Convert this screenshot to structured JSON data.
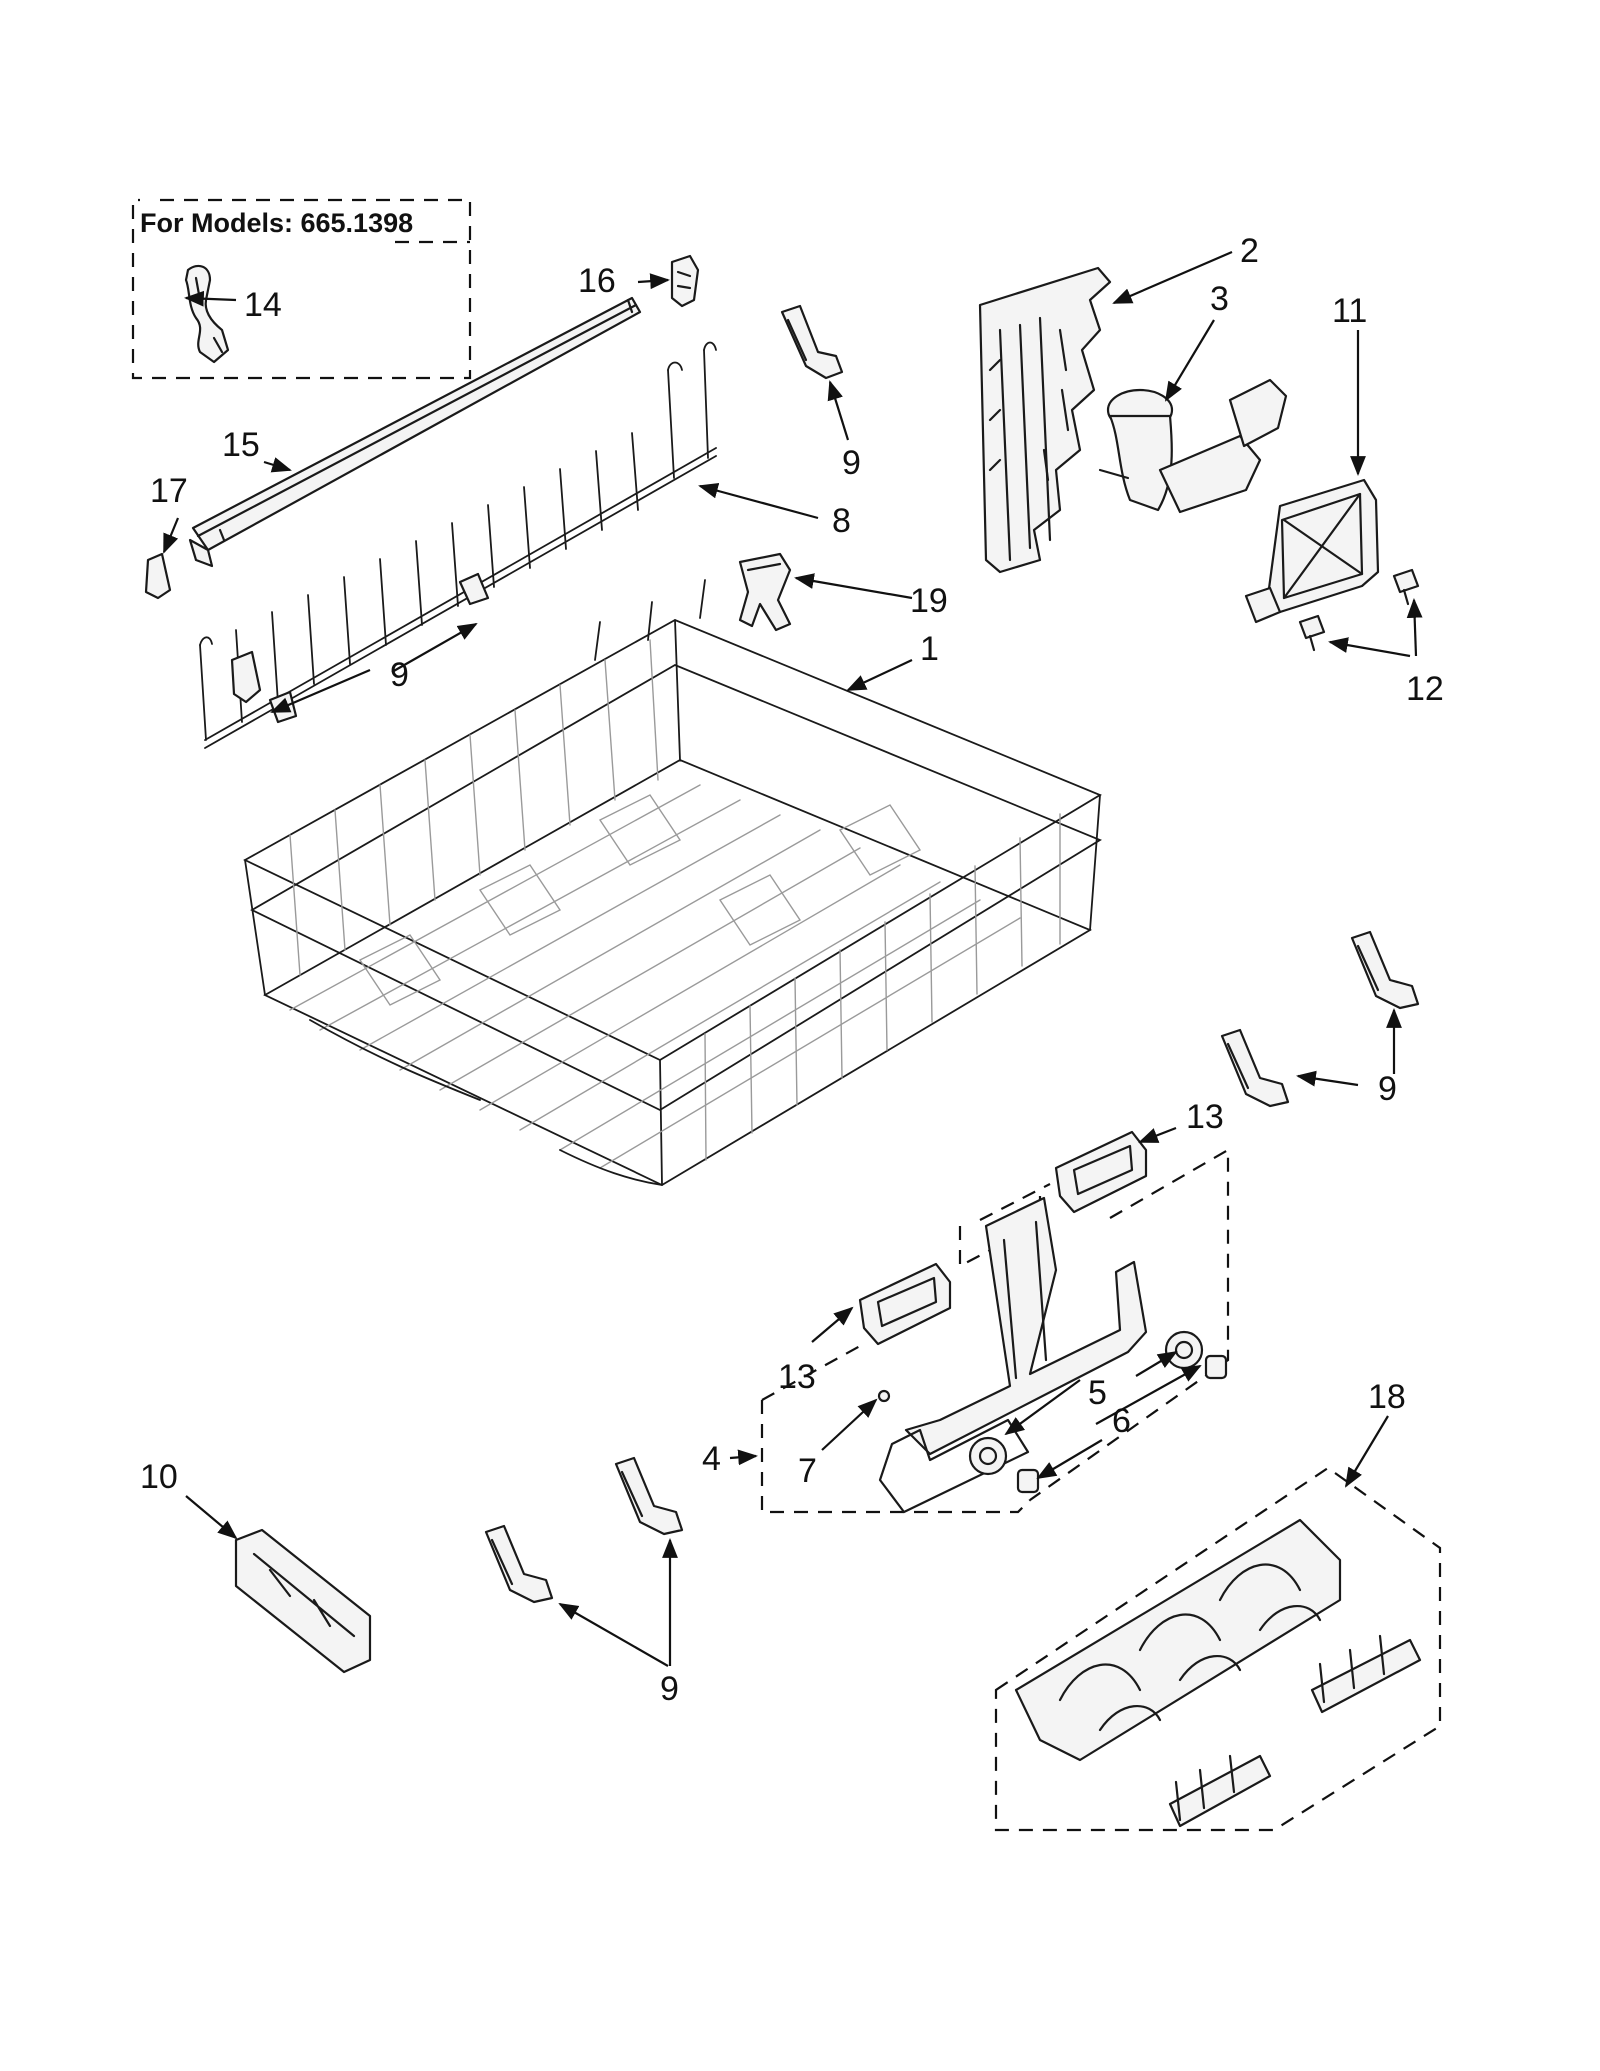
{
  "note": {
    "text": "For Models: 665.1398"
  },
  "callouts": {
    "c1": "1",
    "c2": "2",
    "c3": "3",
    "c4": "4",
    "c5": "5",
    "c6": "6",
    "c7": "7",
    "c8": "8",
    "c9a": "9",
    "c9b": "9",
    "c9c": "9",
    "c9d": "9",
    "c10": "10",
    "c11": "11",
    "c12": "12",
    "c13a": "13",
    "c13b": "13",
    "c14": "14",
    "c15": "15",
    "c16": "16",
    "c17": "17",
    "c18": "18",
    "c19": "19"
  }
}
